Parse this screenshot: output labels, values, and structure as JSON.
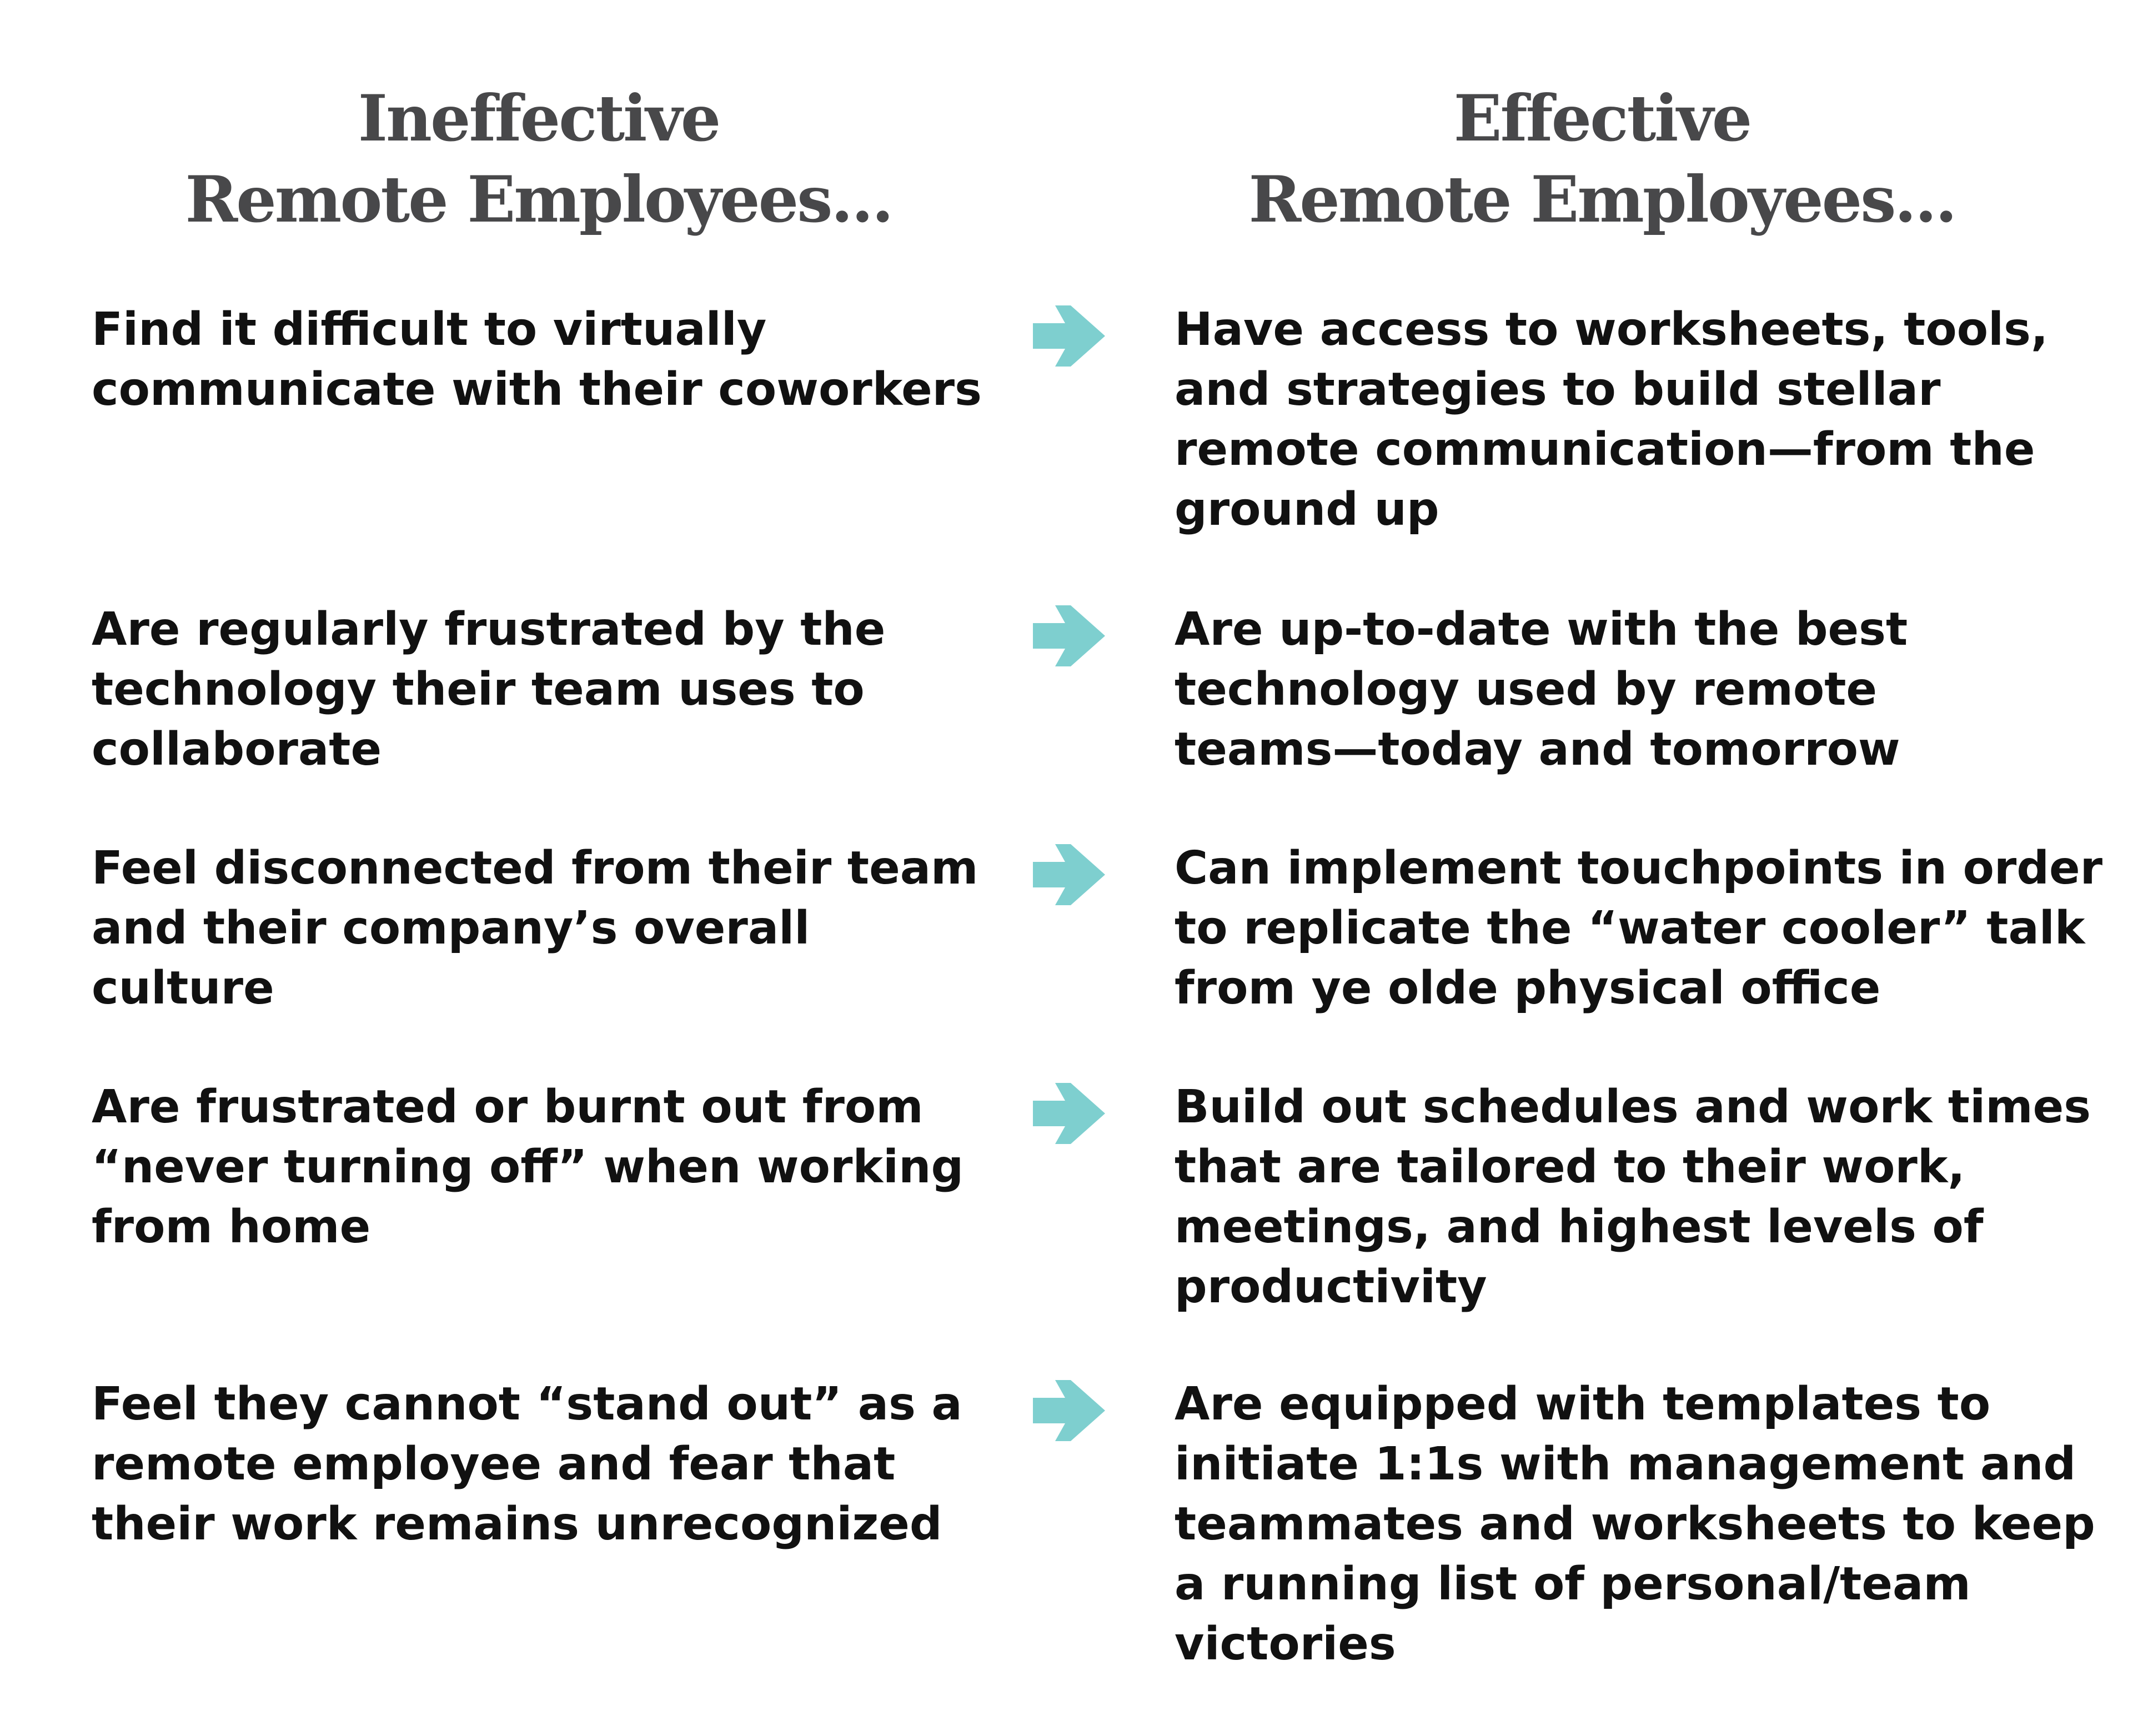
{
  "headings": {
    "left": [
      "Ineffective",
      "Remote Employees..."
    ],
    "right": [
      "Effective",
      "Remote Employees..."
    ]
  },
  "colors": {
    "heading": "#48484a",
    "text": "#111111",
    "arrow": "#7ecfcf"
  },
  "icons": {
    "arrow": "chevron-arrow-right-icon"
  },
  "rows": [
    {
      "ineffective": "Find it difficult to virtually\ncommunicate with their coworkers",
      "effective": "Have access to worksheets, tools,\nand strategies to build stellar\nremote communication—from the\nground up"
    },
    {
      "ineffective": "Are regularly frustrated by the\ntechnology their team uses to\ncollaborate",
      "effective": "Are up-to-date with the best\ntechnology used by remote\nteams—today and tomorrow"
    },
    {
      "ineffective": "Feel disconnected from their team\nand their company’s overall\nculture",
      "effective": "Can implement touchpoints in order\nto replicate the “water cooler” talk\nfrom ye olde physical office"
    },
    {
      "ineffective": "Are frustrated or burnt out from\n“never turning off” when working\nfrom home",
      "effective": "Build out schedules and work times\nthat are tailored to their work,\nmeetings, and highest levels of\nproductivity"
    },
    {
      "ineffective": "Feel they cannot “stand out” as a\nremote employee and fear that\ntheir work remains unrecognized",
      "effective": "Are equipped with templates to\ninitiate 1:1s with management and\nteammates and worksheets to keep\na running list of personal/team\nvictories"
    }
  ]
}
